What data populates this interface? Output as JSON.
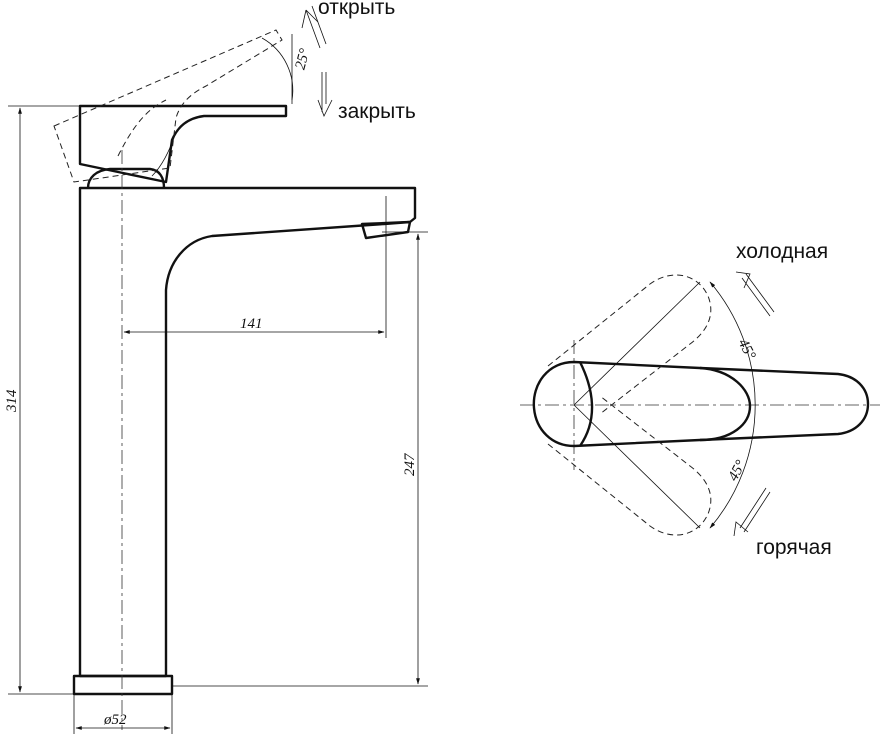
{
  "side_view": {
    "open_label": "открыть",
    "close_label": "закрыть",
    "angle_label": "25°",
    "dimensions": {
      "total_height": "314",
      "spout_height": "247",
      "spout_reach": "141",
      "base_diameter": "ø52"
    }
  },
  "top_view": {
    "cold_label": "холодная",
    "hot_label": "горячая",
    "angle_cold": "45°",
    "angle_hot": "45°"
  }
}
